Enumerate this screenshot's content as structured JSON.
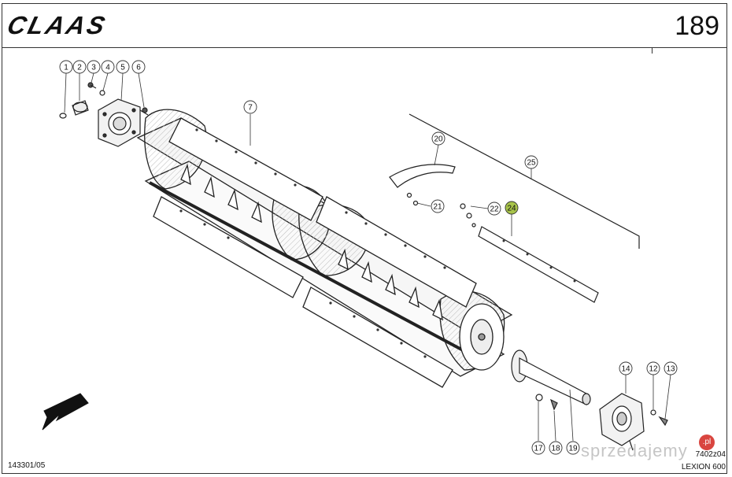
{
  "header": {
    "brand": "CLAAS",
    "page_number": "189"
  },
  "footer": {
    "doc_code": "143301/05",
    "ref_code": "7402z04",
    "model": "LEXION 600"
  },
  "watermark": {
    "text": "sprzedajemy",
    "badge": ".pl"
  },
  "callouts": [
    {
      "id": "c1",
      "label": "1"
    },
    {
      "id": "c2",
      "label": "2"
    },
    {
      "id": "c3",
      "label": "3"
    },
    {
      "id": "c4",
      "label": "4"
    },
    {
      "id": "c5",
      "label": "5"
    },
    {
      "id": "c6",
      "label": "6"
    },
    {
      "id": "c7",
      "label": "7"
    },
    {
      "id": "c12",
      "label": "12"
    },
    {
      "id": "c13",
      "label": "13"
    },
    {
      "id": "c14",
      "label": "14"
    },
    {
      "id": "c17",
      "label": "17"
    },
    {
      "id": "c18",
      "label": "18"
    },
    {
      "id": "c19",
      "label": "19"
    },
    {
      "id": "c20",
      "label": "20"
    },
    {
      "id": "c21",
      "label": "21"
    },
    {
      "id": "c22",
      "label": "22"
    },
    {
      "id": "c24",
      "label": "24",
      "highlight": "#a8c44a"
    },
    {
      "id": "c25",
      "label": "25"
    }
  ]
}
